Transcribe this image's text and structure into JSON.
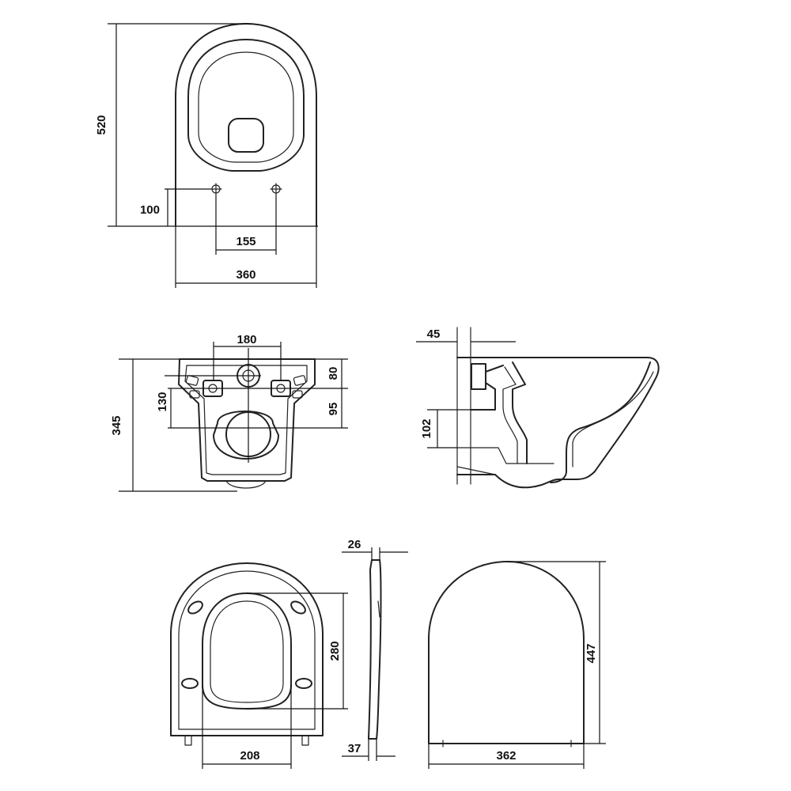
{
  "views": {
    "top_view": {
      "dims": {
        "length": "520",
        "bolt_offset": "100",
        "bolt_spacing": "155",
        "width": "360"
      }
    },
    "back_view": {
      "dims": {
        "top_hole_spacing": "180",
        "upper_offset": "80",
        "hole_height": "130",
        "lower_offset": "95",
        "height": "345"
      }
    },
    "side_view": {
      "dims": {
        "wall_gap": "45",
        "outlet_height": "102"
      }
    },
    "seat_view": {
      "dims": {
        "opening_length": "280",
        "opening_width": "208"
      }
    },
    "seat_side_view": {
      "dims": {
        "thickness": "26",
        "hinge_depth": "37"
      }
    },
    "lid_view": {
      "dims": {
        "length": "447",
        "width": "362"
      }
    }
  }
}
